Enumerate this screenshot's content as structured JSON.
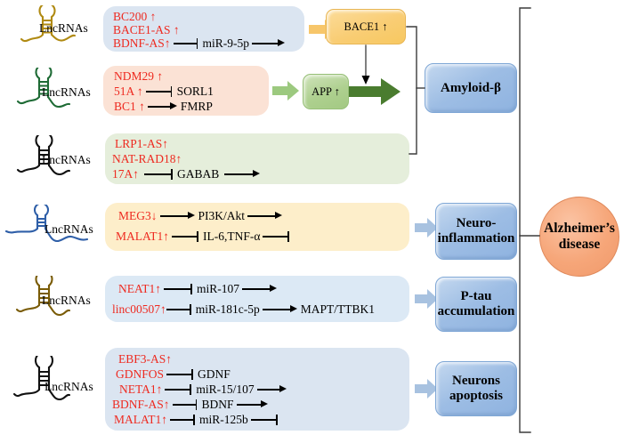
{
  "figure": {
    "title": "LncRNA regulatory pathways in Alzheimer's disease",
    "lncrna_label": "LncRNAs",
    "colors": {
      "gene_red": "#ee2a20",
      "panel_blue": "#dbe5f1",
      "panel_peach": "#fbe2d5",
      "panel_green": "#e5eedb",
      "panel_cream": "#fdeeca",
      "node_blue": "#9dbde4",
      "node_yellow": "#f9cd74",
      "node_green": "#aed08f",
      "node_orange": "#f6a679"
    }
  },
  "rows": [
    {
      "id": "row-bc200",
      "icon_color": "#b08a12",
      "panel_class": "panel-blue1",
      "lines": [
        {
          "gene": "BC200 ↑",
          "connector": "none",
          "target": "",
          "tail": "none"
        },
        {
          "gene": "BACE1-AS ↑",
          "connector": "none",
          "target": "",
          "tail": "none"
        },
        {
          "gene": "BDNF-AS↑",
          "connector": "inhibit",
          "target": "miR-9-5p",
          "tail": "arrow"
        }
      ]
    },
    {
      "id": "row-ndm29",
      "icon_color": "#1e6b35",
      "panel_class": "panel-peach",
      "lines": [
        {
          "gene": "NDM29 ↑",
          "connector": "none",
          "target": "",
          "tail": "none"
        },
        {
          "gene": "51A ↑",
          "connector": "inhibit",
          "target": "SORL1",
          "tail": "none"
        },
        {
          "gene": "BC1 ↑",
          "connector": "arrow",
          "target": "FMRP",
          "tail": "none"
        }
      ]
    },
    {
      "id": "row-lrp1as",
      "icon_color": "#111111",
      "panel_class": "panel-green",
      "lines": [
        {
          "gene": "LRP1-AS↑",
          "connector": "none",
          "target": "",
          "tail": "none"
        },
        {
          "gene": "NAT-RAD18↑",
          "connector": "none",
          "target": "",
          "tail": "none"
        },
        {
          "gene": "17A↑",
          "connector": "inhibit",
          "target": "GABAB",
          "tail": "arrow"
        }
      ]
    },
    {
      "id": "row-meg3",
      "icon_color": "#2f5fa8",
      "panel_class": "panel-cream",
      "lines": [
        {
          "gene": "MEG3↓",
          "connector": "arrow",
          "target": "PI3K/Akt",
          "tail": "arrow"
        },
        {
          "gene": "MALAT1↑",
          "connector": "inhibit",
          "target": "IL-6,TNF-α",
          "tail": "inhibit"
        }
      ]
    },
    {
      "id": "row-neat1",
      "icon_color": "#7a5c07",
      "panel_class": "panel-blue2",
      "lines": [
        {
          "gene": "NEAT1↑",
          "connector": "inhibit",
          "target": "miR-107",
          "tail": "arrow"
        },
        {
          "gene": "linc00507↑",
          "connector": "inhibit",
          "target": "miR-181c-5p",
          "tail": "arrow-to",
          "tail_label": "MAPT/TTBK1"
        }
      ]
    },
    {
      "id": "row-ebf3as",
      "icon_color": "#111111",
      "panel_class": "panel-blue3",
      "lines": [
        {
          "gene": "EBF3-AS↑",
          "connector": "none",
          "target": "",
          "tail": "none"
        },
        {
          "gene": "GDNFOS",
          "connector": "inhibit",
          "target": "GDNF",
          "tail": "none"
        },
        {
          "gene": "NETA1↑",
          "connector": "inhibit",
          "target": "miR-15/107",
          "tail": "arrow"
        },
        {
          "gene": "BDNF-AS↑",
          "connector": "inhibit",
          "target": "BDNF",
          "tail": "arrow"
        },
        {
          "gene": "MALAT1↑",
          "connector": "inhibit",
          "target": "miR-125b",
          "tail": "inhibit"
        }
      ]
    }
  ],
  "nodes": {
    "bace1": "BACE1 ↑",
    "app": "APP ↑",
    "amyloid": "Amyloid-β",
    "neuroinflammation_line1": "Neuro-",
    "neuroinflammation_line2": "inflammation",
    "ptau_line1": "P-tau",
    "ptau_line2": "accumulation",
    "apoptosis_line1": "Neurons",
    "apoptosis_line2": "apoptosis",
    "alzheimer_line1": "Alzheimer’s",
    "alzheimer_line2": "disease"
  }
}
